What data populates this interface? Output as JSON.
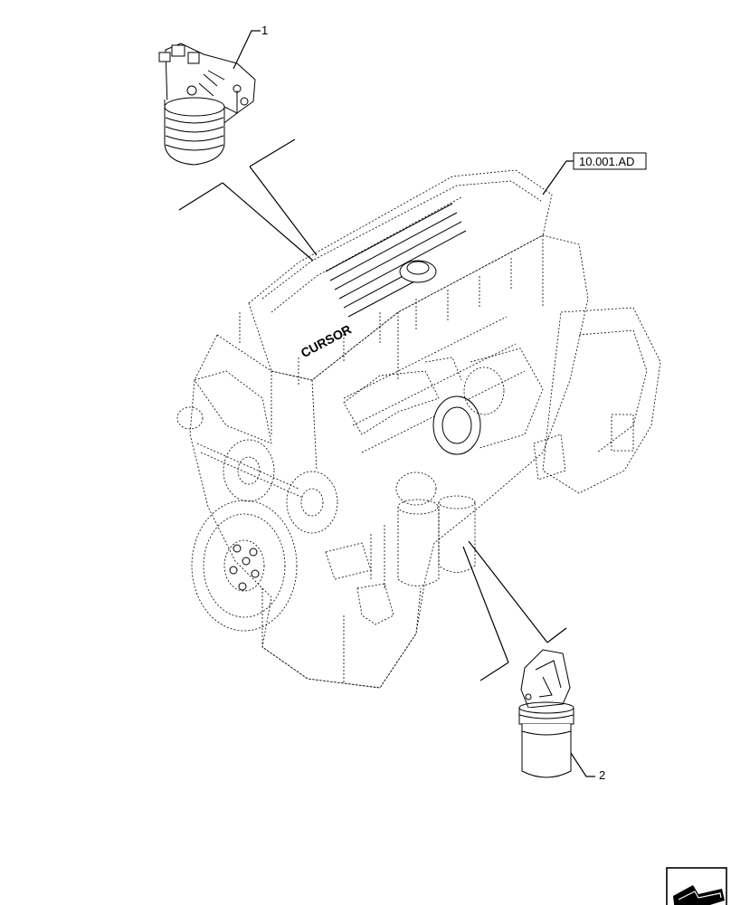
{
  "callouts": [
    {
      "id": "item-1",
      "label": "1"
    },
    {
      "id": "item-2",
      "label": "2"
    }
  ],
  "reference": {
    "label": "10.001.AD"
  },
  "engine_brand_text": "CURSOR",
  "icons": {
    "nav": "page-arrow-icon"
  }
}
